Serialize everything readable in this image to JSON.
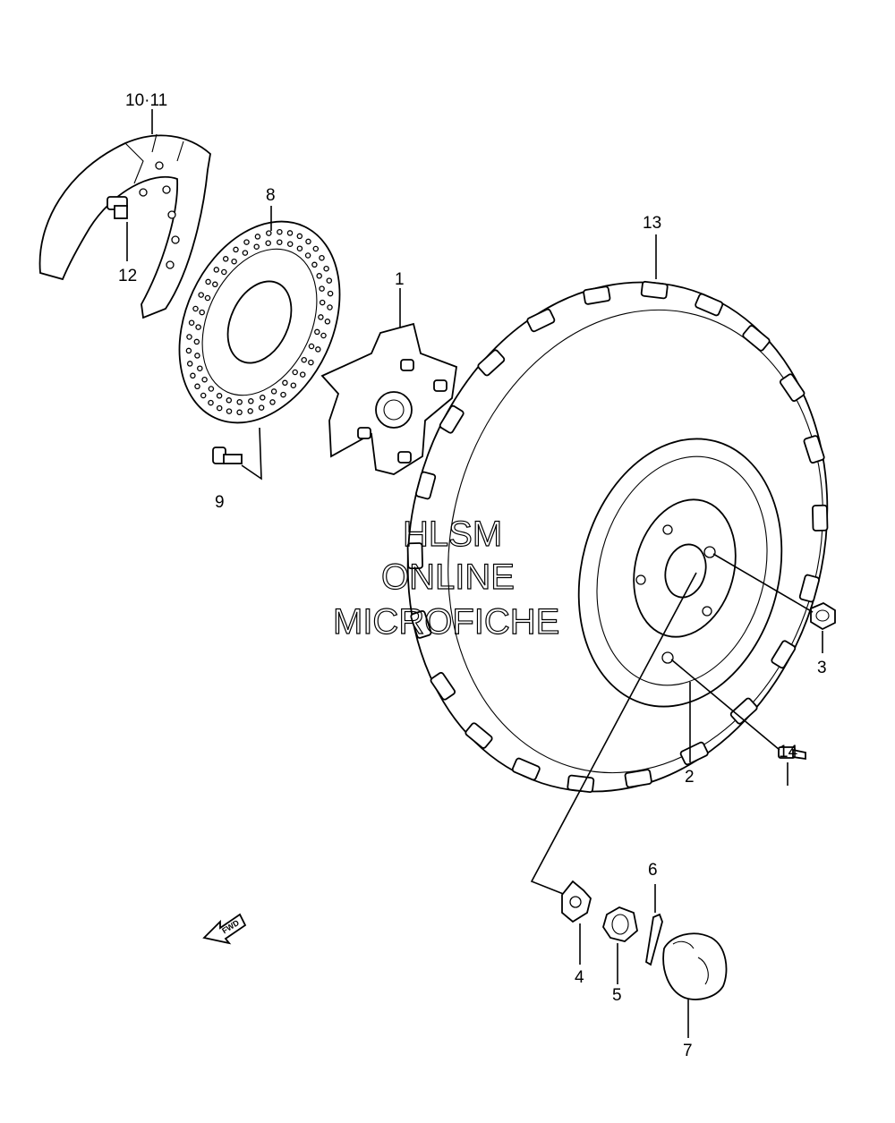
{
  "labels": {
    "p1": "1",
    "p2": "2",
    "p3": "3",
    "p4": "4",
    "p5": "5",
    "p6": "6",
    "p7": "7",
    "p8": "8",
    "p9": "9",
    "p10_11": "10·11",
    "p12": "12",
    "p13": "13",
    "p14": "14"
  },
  "watermark": {
    "line1": "HLSM",
    "line2": "ONLINE",
    "line3": "MICROFICHE"
  },
  "fwd_arrow": {
    "text": "FWD"
  }
}
